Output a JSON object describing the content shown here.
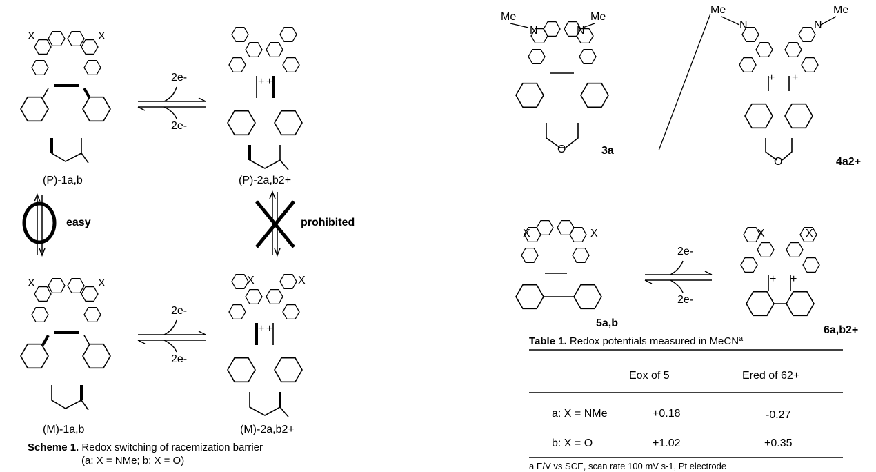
{
  "left_scheme": {
    "label_P1": "(P)-1a,b",
    "label_P2": "(P)-2a,b2+",
    "label_M1": "(M)-1a,b",
    "label_M2": "(M)-2a,b2+",
    "electrons_top_upper": "2e-",
    "electrons_top_lower": "2e-",
    "electrons_bottom_upper": "2e-",
    "electrons_bottom_lower": "2e-",
    "easy_label": "easy",
    "prohibited_label": "prohibited",
    "x_atom": "X",
    "cation": "+",
    "caption_title": "Scheme 1.",
    "caption_text": "Redox switching of racemization barrier",
    "caption_line2": "(a: X = NMe; b: X = O)"
  },
  "right_scheme": {
    "label_3a": "3a",
    "label_4a": "4a2+",
    "label_5": "5a,b",
    "label_6": "6a,b2+",
    "me_label": "Me",
    "n_atom": "N",
    "o_atom": "O",
    "electrons_upper": "2e-",
    "electrons_lower": "2e-"
  },
  "table": {
    "title": "Table 1.",
    "title_text": "Redox potentials measured in MeCN",
    "title_sup": "a",
    "headers": [
      "",
      "Eox of 5",
      "Ered of 62+"
    ],
    "rows": [
      {
        "label": "a: X = NMe",
        "eox": "+0.18",
        "ered": "-0.27"
      },
      {
        "label": "b: X = O",
        "eox": "+1.02",
        "ered": "+0.35"
      }
    ],
    "footnote": "a E/V vs SCE, scan rate 100 mV s-1, Pt electrode"
  },
  "colors": {
    "ink": "#000000",
    "background": "#ffffff"
  }
}
